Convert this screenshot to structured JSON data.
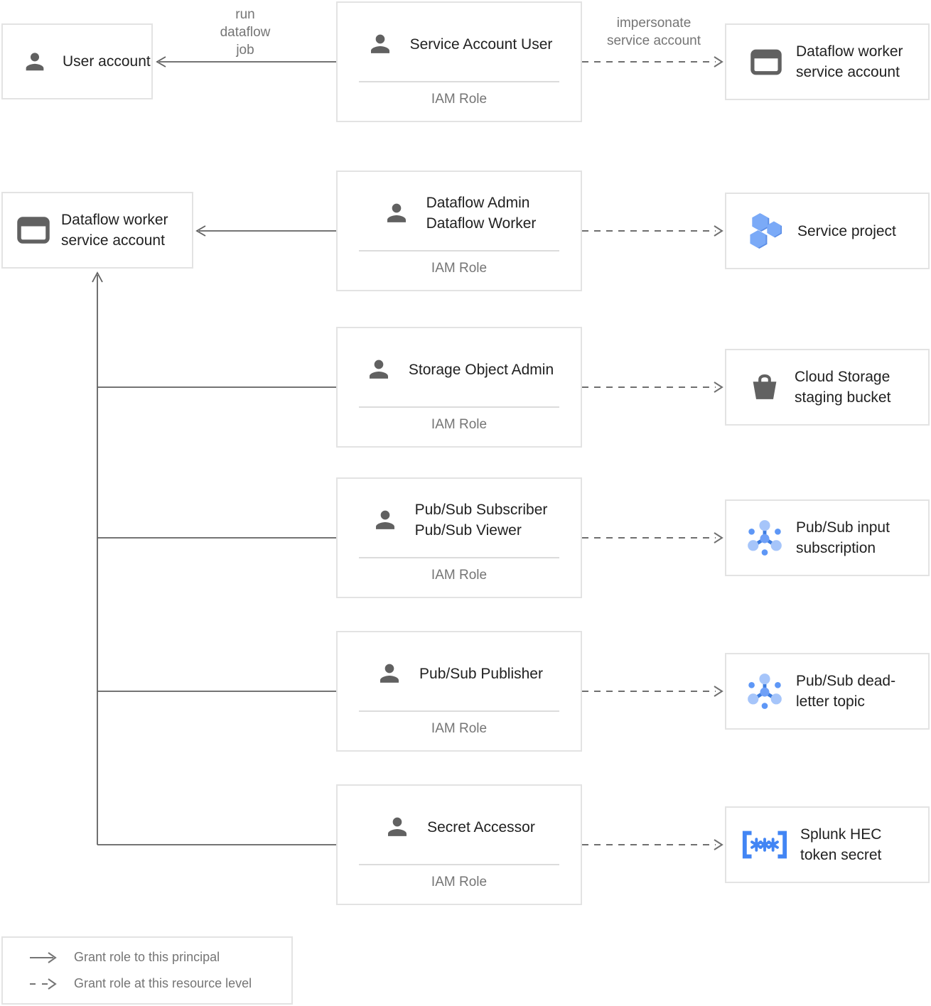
{
  "diagram": {
    "colors": {
      "title_text": "#212121",
      "muted_text": "#757575",
      "icon_gray": "#616161",
      "box_border": "#e3e3e3",
      "blue": "#4285F4",
      "light_blue": "#A6C5FA",
      "mid_blue": "#5E97F6"
    },
    "left_nodes": [
      {
        "label": "User account",
        "icon": "user-icon"
      },
      {
        "label": "Dataflow worker service account",
        "icon": "service-account-icon"
      }
    ],
    "role_nodes": [
      {
        "lines": [
          "Service Account User"
        ],
        "footer": "IAM Role"
      },
      {
        "lines": [
          "Dataflow Admin",
          "Dataflow Worker"
        ],
        "footer": "IAM Role"
      },
      {
        "lines": [
          "Storage Object Admin"
        ],
        "footer": "IAM Role"
      },
      {
        "lines": [
          "Pub/Sub Subscriber",
          "Pub/Sub Viewer"
        ],
        "footer": "IAM Role"
      },
      {
        "lines": [
          "Pub/Sub Publisher"
        ],
        "footer": "IAM Role"
      },
      {
        "lines": [
          "Secret Accessor"
        ],
        "footer": "IAM Role"
      }
    ],
    "resource_nodes": [
      {
        "label": "Dataflow worker service account",
        "icon": "service-account-icon"
      },
      {
        "label": "Service project",
        "icon": "project-hexagons-icon"
      },
      {
        "label": "Cloud Storage staging bucket",
        "icon": "storage-bucket-icon"
      },
      {
        "label": "Pub/Sub input subscription",
        "icon": "pubsub-icon"
      },
      {
        "label": "Pub/Sub dead-letter topic",
        "icon": "pubsub-icon"
      },
      {
        "label": "Splunk HEC token secret",
        "icon": "secret-icon"
      }
    ],
    "edge_labels": {
      "run_dataflow_job": [
        "run",
        "dataflow",
        "job"
      ],
      "impersonate": [
        "impersonate",
        "service account"
      ]
    },
    "legend": {
      "solid": "Grant role to this principal",
      "dashed": "Grant role at this resource level"
    }
  }
}
